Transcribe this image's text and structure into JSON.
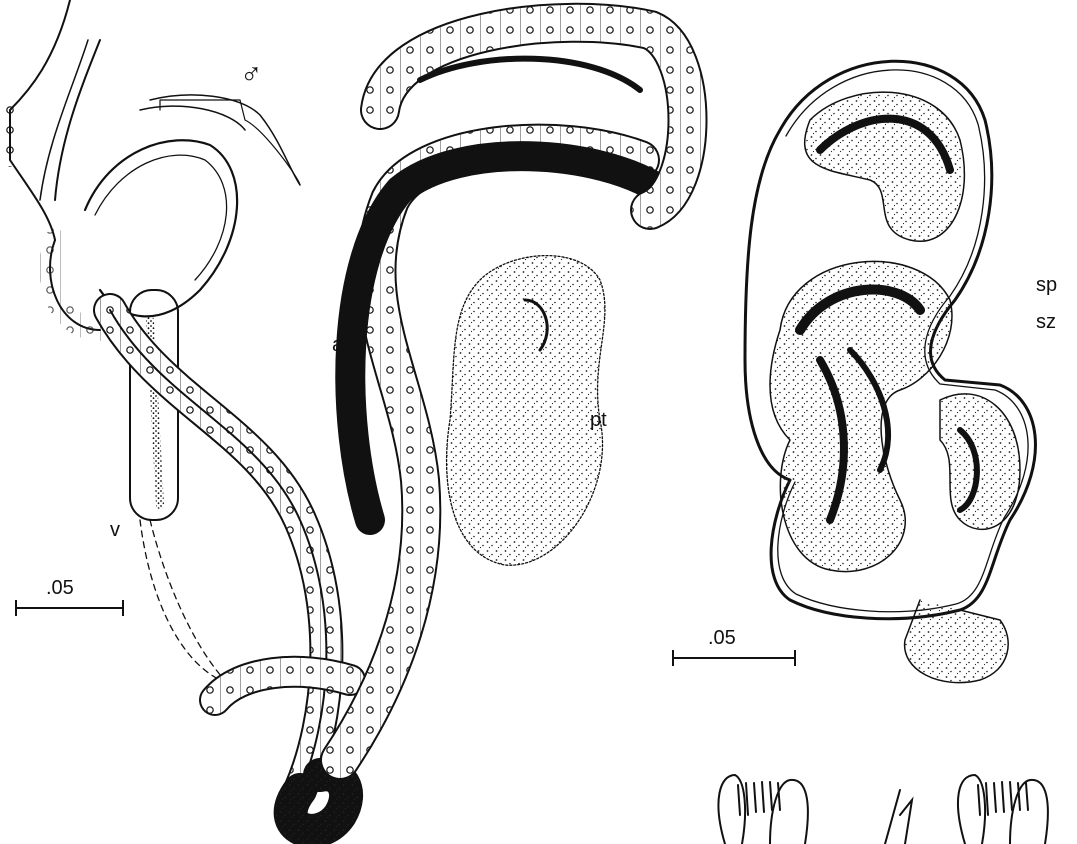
{
  "figure": {
    "labels": {
      "male_symbol": "♂",
      "a": "a",
      "pt": "pt",
      "v": "v",
      "sp": "sp",
      "sz": "sz"
    },
    "scale_bars": {
      "left": ".05",
      "right": ".05"
    },
    "colors": {
      "ink": "#111111",
      "paper": "#ffffff",
      "stipple": "#2a2a2a"
    }
  }
}
